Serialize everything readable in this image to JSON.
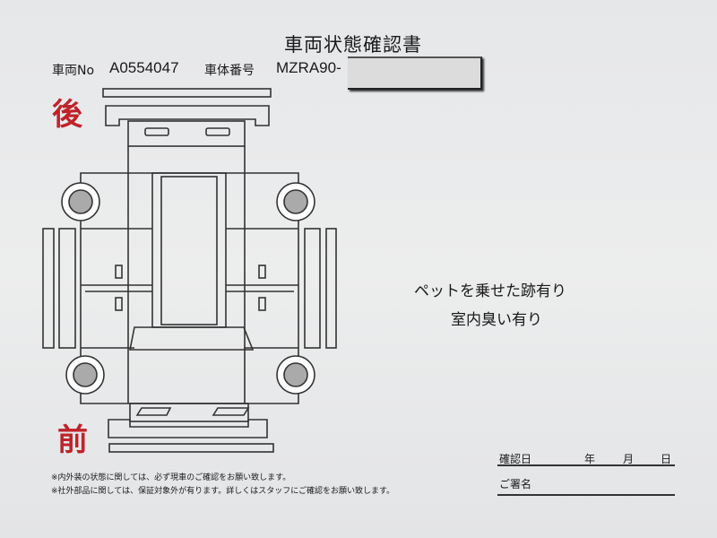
{
  "document": {
    "title": "車両状態確認書",
    "vehicle_no_label": "車両No",
    "vehicle_no": "A0554047",
    "chassis_no_label": "車体番号",
    "chassis_no": "MZRA90-",
    "rear_label": "後",
    "front_label": "前",
    "notes": [
      "ペットを乗せた跡有り",
      "室内臭い有り"
    ],
    "footnotes": [
      "※内外装の状態に関しては、必ず現車のご確認をお願い致します。",
      "※社外部品に関しては、保証対象外が有ります。詳しくはスタッフにご確認をお願い致します。"
    ],
    "confirm_date_label": "確認日",
    "year_label": "年",
    "month_label": "月",
    "day_label": "日",
    "signature_label": "ご署名",
    "accent_color": "#c0222a"
  }
}
